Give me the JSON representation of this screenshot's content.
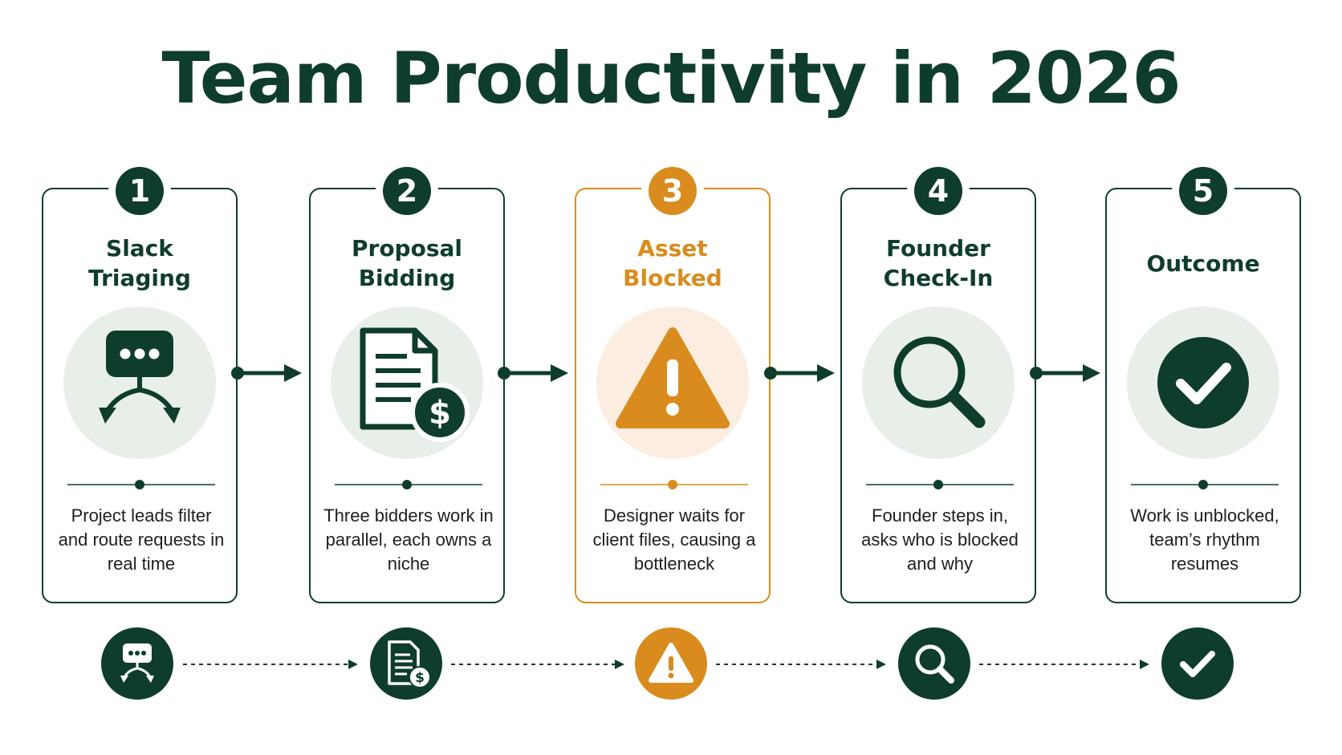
{
  "title": "Team Productivity in 2026",
  "colors": {
    "primary": "#0f3d2b",
    "accent": "#d98c1d",
    "icon_bg": "#e8efe9",
    "icon_bg_warn": "#fbeee0"
  },
  "steps": [
    {
      "number": "1",
      "title": "Slack\nTriaging",
      "description": "Project leads filter and route requests in real time",
      "icon": "chat-route-icon",
      "highlight": false
    },
    {
      "number": "2",
      "title": "Proposal\nBidding",
      "description": "Three bidders work in parallel, each owns a niche",
      "icon": "document-dollar-icon",
      "highlight": false
    },
    {
      "number": "3",
      "title": "Asset\nBlocked",
      "description": "Designer waits for client files, causing a bottleneck",
      "icon": "warning-icon",
      "highlight": true
    },
    {
      "number": "4",
      "title": "Founder\nCheck-In",
      "description": "Founder steps in, asks who is blocked and why",
      "icon": "magnifier-icon",
      "highlight": false
    },
    {
      "number": "5",
      "title": "Outcome",
      "description": "Work is unblocked, team’s rhythm resumes",
      "icon": "checkmark-icon",
      "highlight": false
    }
  ]
}
